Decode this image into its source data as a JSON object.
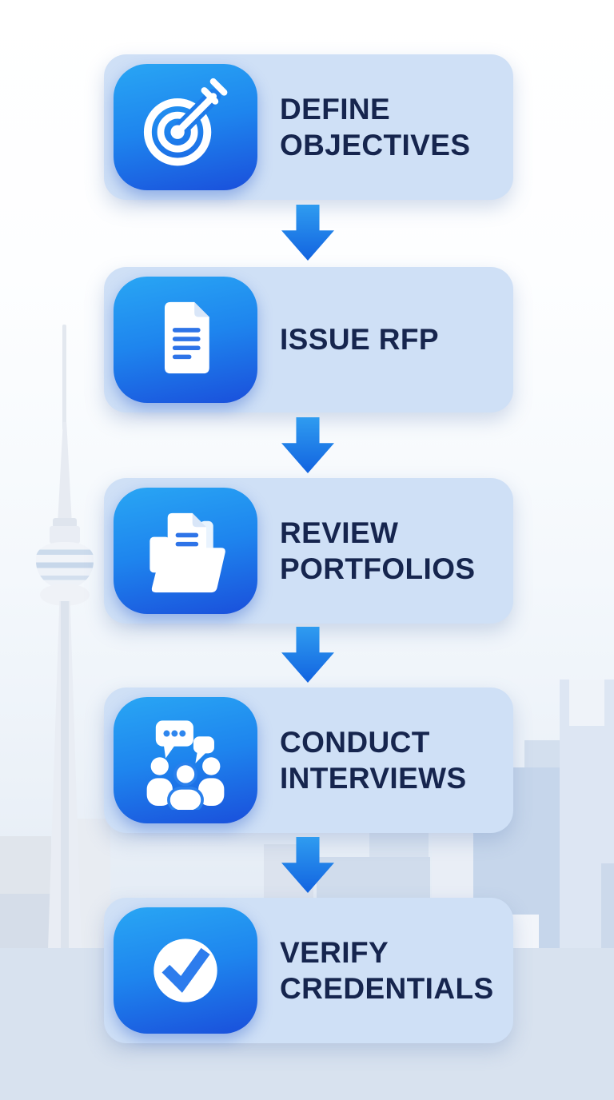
{
  "flow": {
    "steps": [
      {
        "title": "Define Objectives",
        "icon": "target-icon"
      },
      {
        "title": "Issue RFP",
        "icon": "document-icon"
      },
      {
        "title": "Review Portfolios",
        "icon": "folder-documents-icon"
      },
      {
        "title": "Conduct Interviews",
        "icon": "people-discussion-icon"
      },
      {
        "title": "Verify Credentials",
        "icon": "check-circle-icon"
      }
    ],
    "connector": "down-arrow"
  },
  "background": {
    "scene": "toronto-skyline-with-cn-tower"
  },
  "colors": {
    "tile_top": "#29a6f4",
    "tile_bottom": "#1a4fdb",
    "card_bg": "#cfe0f6",
    "title_text": "#16254e",
    "arrow_top": "#2f9cf0",
    "arrow_bottom": "#1263e0",
    "ground": "#d8e2ef"
  }
}
